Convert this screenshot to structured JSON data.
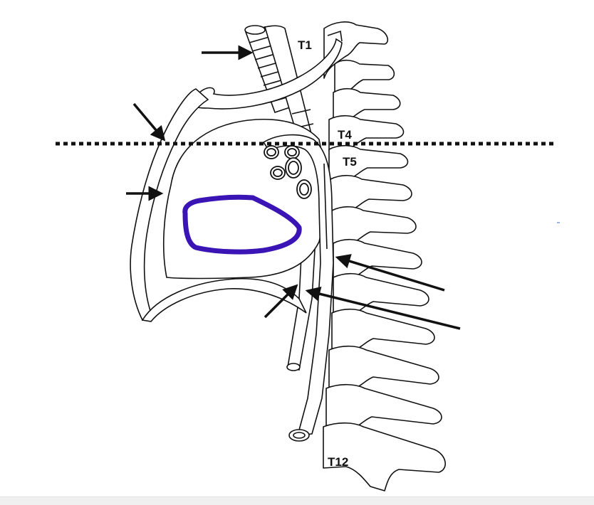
{
  "labels": {
    "t1": "T1",
    "t4": "T4",
    "t5": "T5",
    "t12": "T12"
  },
  "colors": {
    "line": "#111111",
    "outline": "#3a14b4",
    "background": "#ffffff",
    "strip": "#f0f0f0"
  }
}
